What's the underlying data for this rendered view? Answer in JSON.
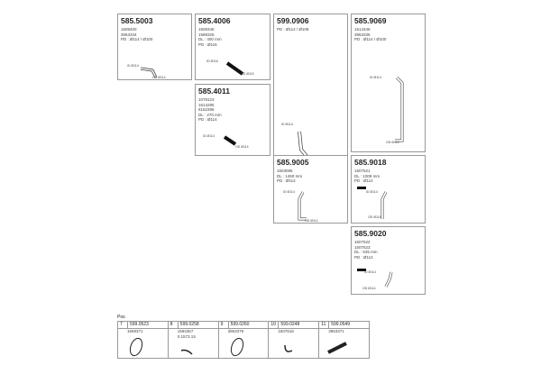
{
  "parts": [
    {
      "number": "585.5003",
      "lines": [
        "1608400",
        "3063334",
        "PD : Ø114 / Ø100"
      ],
      "labels": [
        "ID Ø114",
        "OD Ø114"
      ]
    },
    {
      "number": "585.4006",
      "lines": [
        "1608345",
        "1588325",
        "DL : 400 mm",
        "PD : Ø116"
      ],
      "labels": [
        "ID Ø116",
        "OD Ø115"
      ]
    },
    {
      "number": "585.4011",
      "lines": [
        "1078123",
        "1614285",
        "6162396",
        "DL : 270 mm",
        "PD : Ø114"
      ],
      "labels": [
        "ID Ø114",
        "OD Ø114"
      ]
    },
    {
      "number": "599.0906",
      "lines": [
        "PD : Ø114 / Ø108"
      ],
      "labels": [
        "ID Ø114"
      ]
    },
    {
      "number": "585.9069",
      "lines": [
        "1614346",
        "3963335",
        "PD : Ø114 / Ø100"
      ],
      "labels": [
        "ID Ø114",
        "OD Ø114"
      ]
    },
    {
      "number": "585.9005",
      "lines": [
        "1603085",
        "DL : 1460 mm",
        "PD : Ø114"
      ],
      "labels": [
        "ID Ø114",
        "OD Ø114"
      ]
    },
    {
      "number": "585.9018",
      "lines": [
        "1607521",
        "DL : 1008 mm",
        "PD : Ø114"
      ],
      "labels": [
        "ID Ø114",
        "OD Ø114"
      ]
    },
    {
      "number": "585.9020",
      "lines": [
        "1607522",
        "1607523",
        "DL : 535 mm",
        "PD : Ø114"
      ],
      "labels": [
        "ID Ø114",
        "OD Ø114"
      ]
    }
  ],
  "pos_title": "Pos",
  "accessories": [
    {
      "pos": "7",
      "number": "599.0523",
      "lines": [
        "1669371"
      ]
    },
    {
      "pos": "8",
      "number": "599.0258",
      "lines": [
        "1594367",
        "0.1573.15"
      ]
    },
    {
      "pos": "9",
      "number": "599.0260",
      "lines": [
        "3963379"
      ]
    },
    {
      "pos": "10",
      "number": "599.0248",
      "lines": [
        "1607616"
      ]
    },
    {
      "pos": "11",
      "number": "599.0549",
      "lines": [
        "3963371"
      ]
    }
  ]
}
